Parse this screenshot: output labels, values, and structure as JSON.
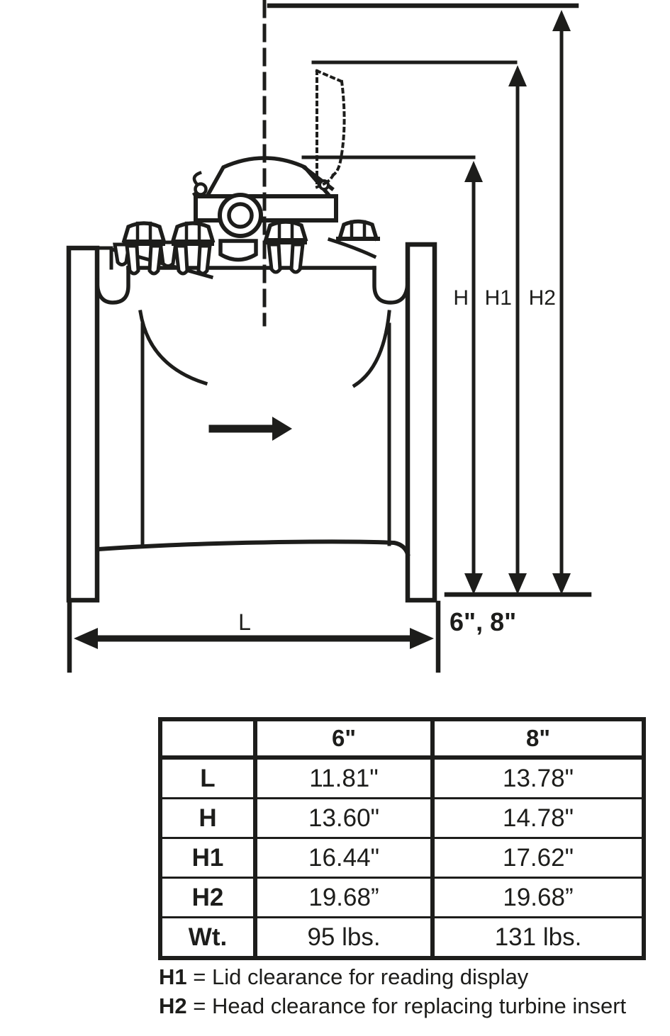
{
  "diagram": {
    "dim_labels": {
      "h": "H",
      "h1": "H1",
      "h2": "H2"
    },
    "length_label": "L",
    "size_label": "6\", 8\"",
    "ink_color": "#1d1d1b"
  },
  "table": {
    "columns": {
      "blank": "",
      "six": "6\"",
      "eight": "8\""
    },
    "rows": [
      {
        "label": "L",
        "six": "11.81\"",
        "eight": "13.78\""
      },
      {
        "label": "H",
        "six": "13.60\"",
        "eight": "14.78\""
      },
      {
        "label": "H1",
        "six": "16.44\"",
        "eight": "17.62\""
      },
      {
        "label": "H2",
        "six": "19.68”",
        "eight": "19.68”"
      },
      {
        "label": "Wt.",
        "six": "95 lbs.",
        "eight": "131 lbs."
      }
    ]
  },
  "notes": [
    {
      "term": "H1",
      "definition": "= Lid clearance for reading display"
    },
    {
      "term": "H2",
      "definition": "= Head clearance for replacing turbine insert"
    }
  ]
}
